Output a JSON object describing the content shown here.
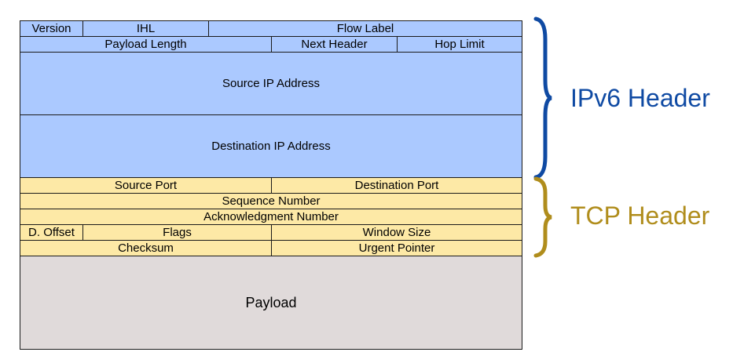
{
  "colors": {
    "ipv6_fill": "#abc9ff",
    "tcp_fill": "#fde9a6",
    "payload_fill": "#e0dada",
    "ipv6_accent": "#0f4aa3",
    "tcp_accent": "#b08d1c",
    "border": "#1a1a1a"
  },
  "ipv6": {
    "version": "Version",
    "ihl": "IHL",
    "flow_label": "Flow Label",
    "payload_length": "Payload Length",
    "next_header": "Next Header",
    "hop_limit": "Hop Limit",
    "source_ip": "Source IP Address",
    "destination_ip": "Destination IP Address"
  },
  "tcp": {
    "source_port": "Source Port",
    "destination_port": "Destination Port",
    "sequence_number": "Sequence Number",
    "ack_number": "Acknowledgment Number",
    "data_offset": "D. Offset",
    "flags": "Flags",
    "window_size": "Window Size",
    "checksum": "Checksum",
    "urgent_pointer": "Urgent Pointer"
  },
  "payload": {
    "label": "Payload"
  },
  "labels": {
    "ipv6_header": "IPv6 Header",
    "tcp_header": "TCP Header"
  },
  "icons": {
    "ipv6_brace": "right-curly-brace",
    "tcp_brace": "right-curly-brace"
  }
}
